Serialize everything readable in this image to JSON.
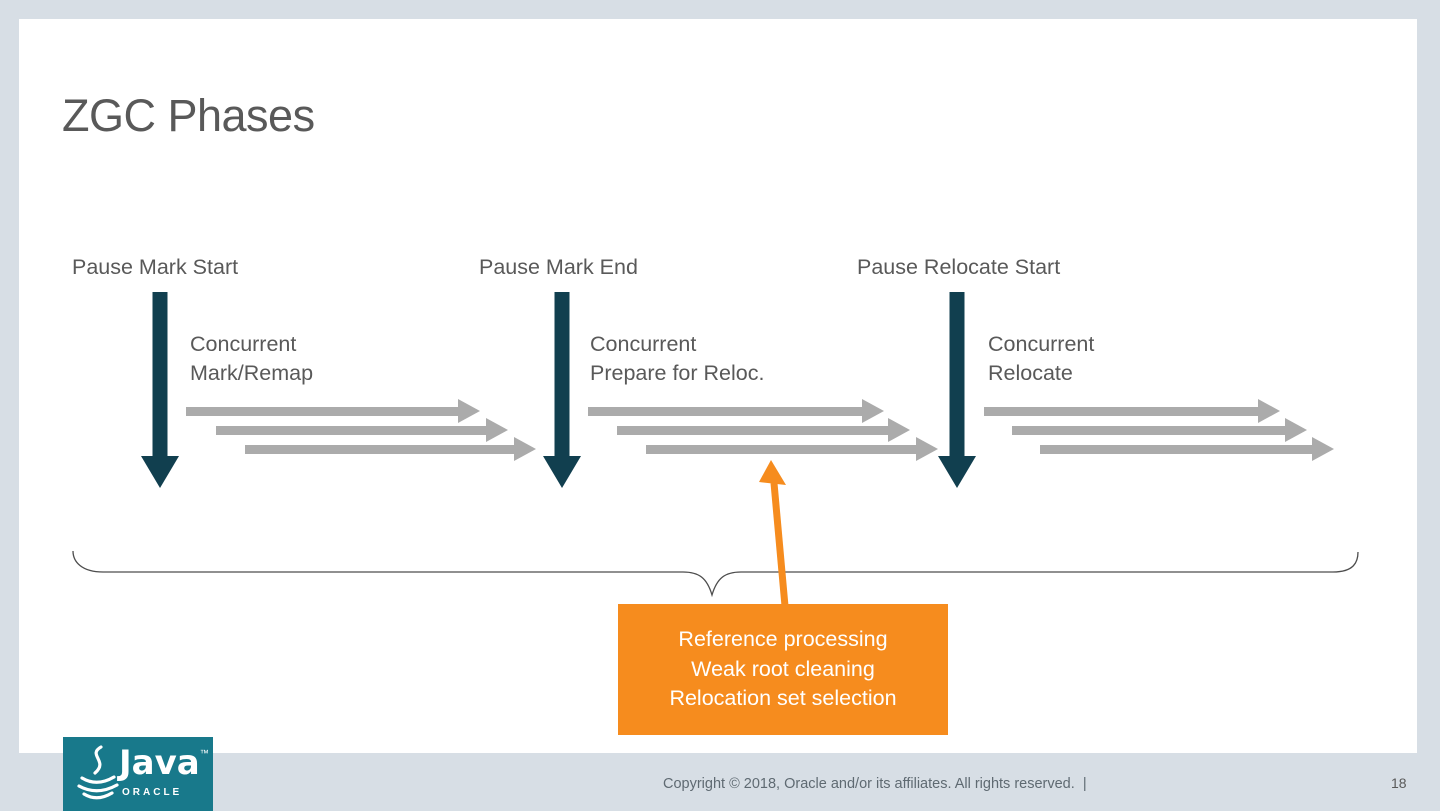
{
  "slide": {
    "title": "ZGC Phases",
    "copyright": "Copyright © 2018, Oracle and/or its affiliates. All rights reserved.  |",
    "page_number": "18"
  },
  "phases": [
    {
      "pause_label": "Pause Mark Start",
      "concurrent_line1": "Concurrent",
      "concurrent_line2": "Mark/Remap"
    },
    {
      "pause_label": "Pause Mark End",
      "concurrent_line1": "Concurrent",
      "concurrent_line2": "Prepare for Reloc."
    },
    {
      "pause_label": "Pause Relocate Start",
      "concurrent_line1": "Concurrent",
      "concurrent_line2": "Relocate"
    }
  ],
  "callout": {
    "line1": "Reference processing",
    "line2": "Weak root cleaning",
    "line3": "Relocation set selection"
  },
  "logo": {
    "brand": "Java",
    "trademark": "™",
    "company": "ORACLE"
  },
  "colors": {
    "background": "#D7DEE5",
    "slide": "#FFFFFF",
    "text": "#595959",
    "pause_arrow_teal": "#113F4F",
    "concurrent_arrow_gray": "#ABABAB",
    "callout_orange": "#F68C1E",
    "logo_teal": "#18798B",
    "footer_text": "#5F6A72"
  }
}
